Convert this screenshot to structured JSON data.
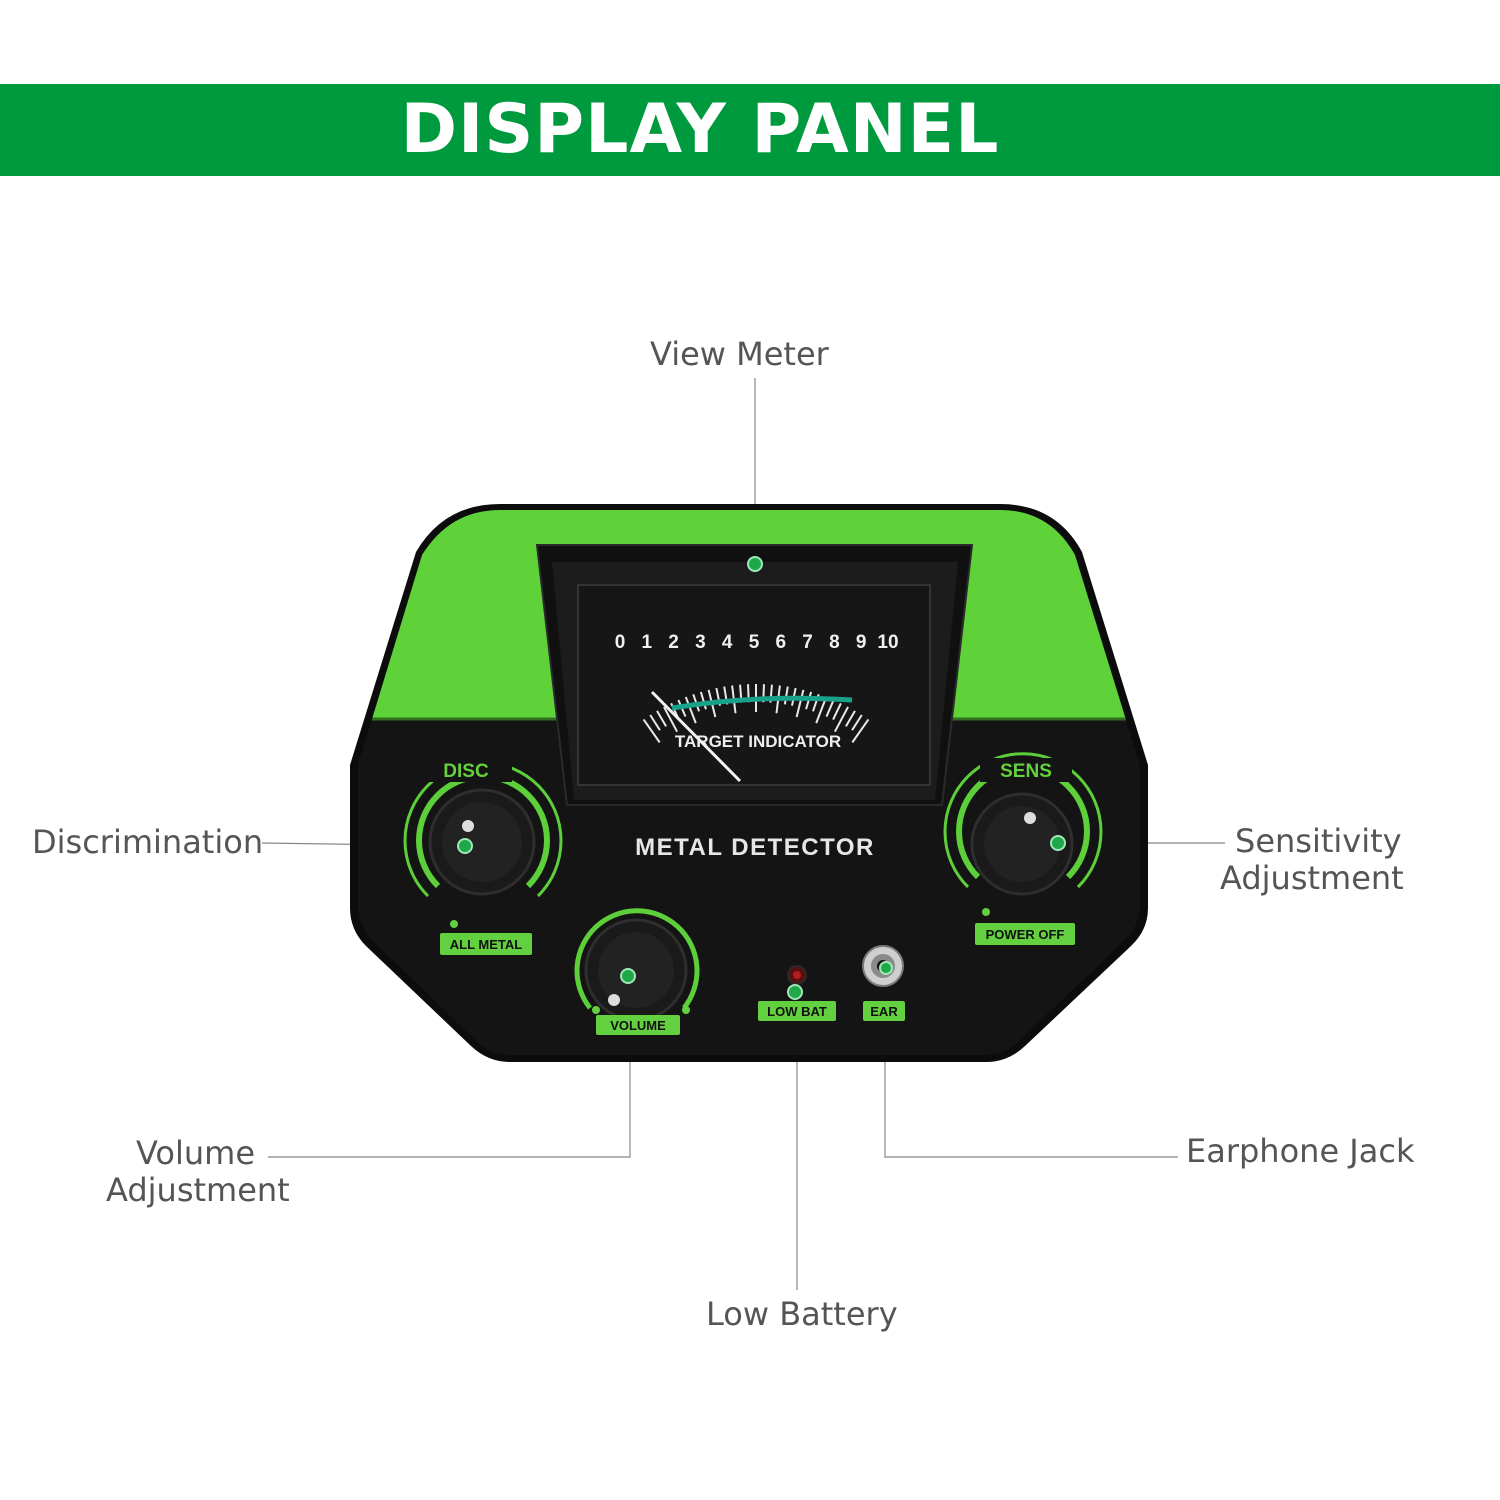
{
  "header": {
    "title": "DISPLAY PANEL"
  },
  "callouts": {
    "view_meter": "View Meter",
    "discrimination": "Discrimination",
    "sensitivity_line1": "Sensitivity",
    "sensitivity_line2": "Adjustment",
    "volume_line1": "Volume",
    "volume_line2": "Adjustment",
    "earphone_jack": "Earphone Jack",
    "low_battery": "Low Battery"
  },
  "panel": {
    "meter": {
      "scale": [
        "0",
        "1",
        "2",
        "3",
        "4",
        "5",
        "6",
        "7",
        "8",
        "9",
        "10"
      ],
      "caption": "TARGET INDICATOR"
    },
    "brand_label": "METAL DETECTOR",
    "disc_knob": {
      "label": "DISC",
      "sublabel": "ALL METAL"
    },
    "sens_knob": {
      "label": "SENS",
      "sublabel": "POWER OFF"
    },
    "volume_knob": {
      "label": "VOLUME"
    },
    "low_bat_label": "LOW BAT",
    "ear_label": "EAR"
  },
  "colors": {
    "banner": "#009a3e",
    "panel_green": "#5fd23a",
    "label_green": "#63d13f",
    "marker_dot": "#1fa84a",
    "panel_black": "#141414"
  }
}
